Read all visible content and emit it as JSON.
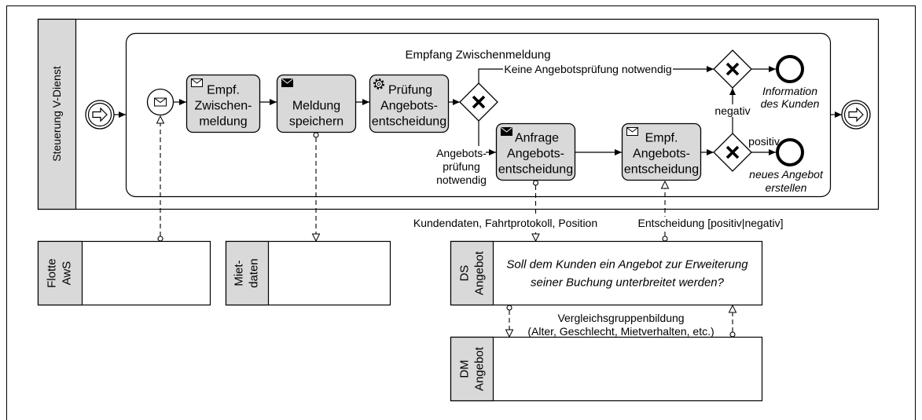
{
  "pool": {
    "label": "Steuerung V-Dienst"
  },
  "subprocess": {
    "label": "Empfang Zwischenmeldung"
  },
  "tasks": [
    {
      "icon": "envelope-outline-icon",
      "lines": [
        "Empf.",
        "Zwischen-",
        "meldung"
      ]
    },
    {
      "icon": "envelope-filled-icon",
      "lines": [
        "Meldung",
        "speichern"
      ]
    },
    {
      "icon": "gear-icon",
      "lines": [
        "Prüfung",
        "Angebots-",
        "entscheidung"
      ]
    },
    {
      "icon": "envelope-filled-icon",
      "lines": [
        "Anfrage",
        "Angebots-",
        "entscheidung"
      ]
    },
    {
      "icon": "envelope-outline-icon",
      "lines": [
        "Empf.",
        "Angebots-",
        "entscheidung"
      ]
    }
  ],
  "events": {
    "start_link": {
      "icon": "link-arrow-icon"
    },
    "message_start": {
      "icon": "envelope-outline-icon"
    },
    "end_information": {
      "lines": [
        "Information",
        "des Kunden"
      ]
    },
    "end_new_offer": {
      "lines": [
        "neues Angebot",
        "erstellen"
      ]
    },
    "end_link": {
      "icon": "link-arrow-icon"
    }
  },
  "gateways": {
    "marker": "exclusive-x-icon"
  },
  "sequence_flows": {
    "no_check": "Keine Angebotsprüfung notwendig",
    "check_needed": [
      "Angebots-",
      "prüfung",
      "notwendig"
    ],
    "negative": "negativ",
    "positive": "positiv"
  },
  "data_associations": {
    "request_payload": "Kundendaten, Fahrtprotokoll, Position",
    "decision_payload": "Entscheidung [positiv|negativ]",
    "comparison": [
      "Vergleichsgruppenbildung",
      "(Alter, Geschlecht, Mietverhalten, etc.)"
    ]
  },
  "data_pools": [
    {
      "label": [
        "Flotte",
        "AwS"
      ]
    },
    {
      "label": [
        "Miet-",
        "daten"
      ]
    },
    {
      "label": [
        "DS",
        "Angebot"
      ],
      "content": [
        "Soll dem Kunden ein Angebot zur Erweiterung",
        "seiner Buchung unterbreitet werden?"
      ]
    },
    {
      "label": [
        "DM",
        "Angebot"
      ]
    }
  ],
  "colors": {
    "label_fill": "#d9d9d9",
    "task_fill": "#d9d9d9",
    "stroke": "#000000",
    "background": "#ffffff"
  }
}
